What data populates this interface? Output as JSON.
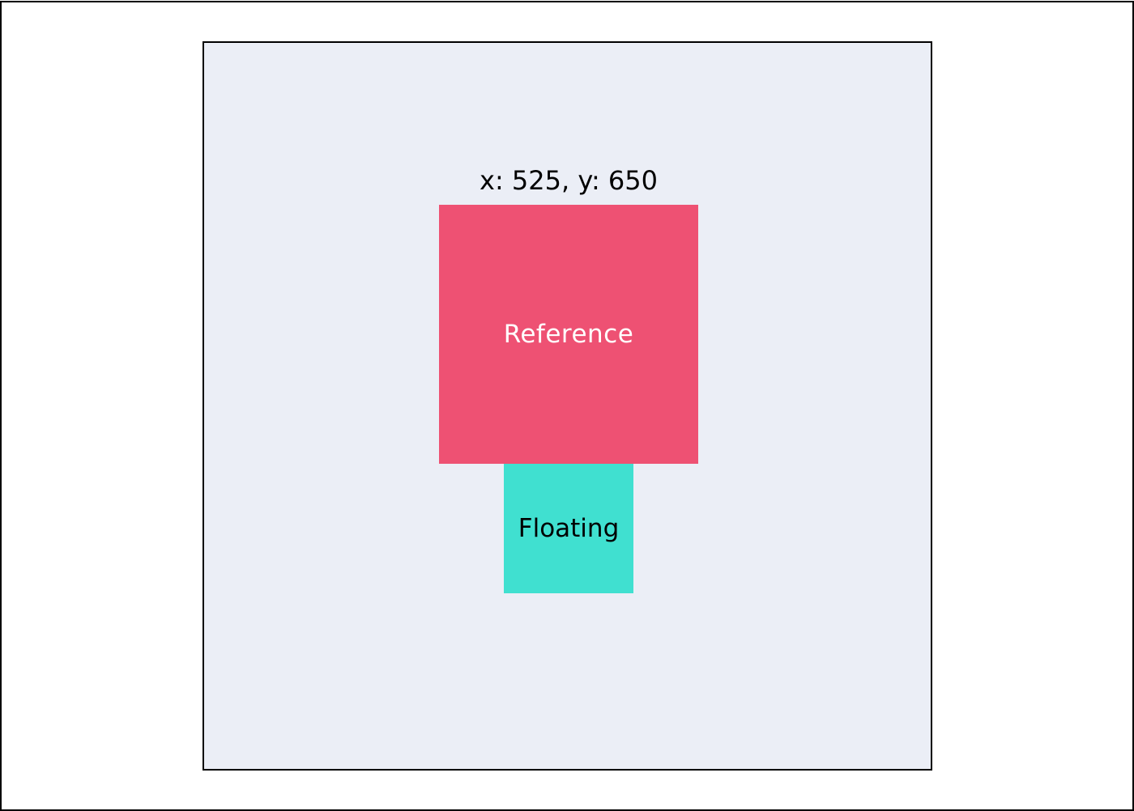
{
  "readout": {
    "text": "x: 525, y: 650"
  },
  "reference": {
    "label": "Reference"
  },
  "floating": {
    "label": "Floating"
  },
  "colors": {
    "playground_bg": "#ebeef6",
    "reference_bg": "#ee5173",
    "floating_bg": "#40e0d0",
    "border": "#000000"
  }
}
